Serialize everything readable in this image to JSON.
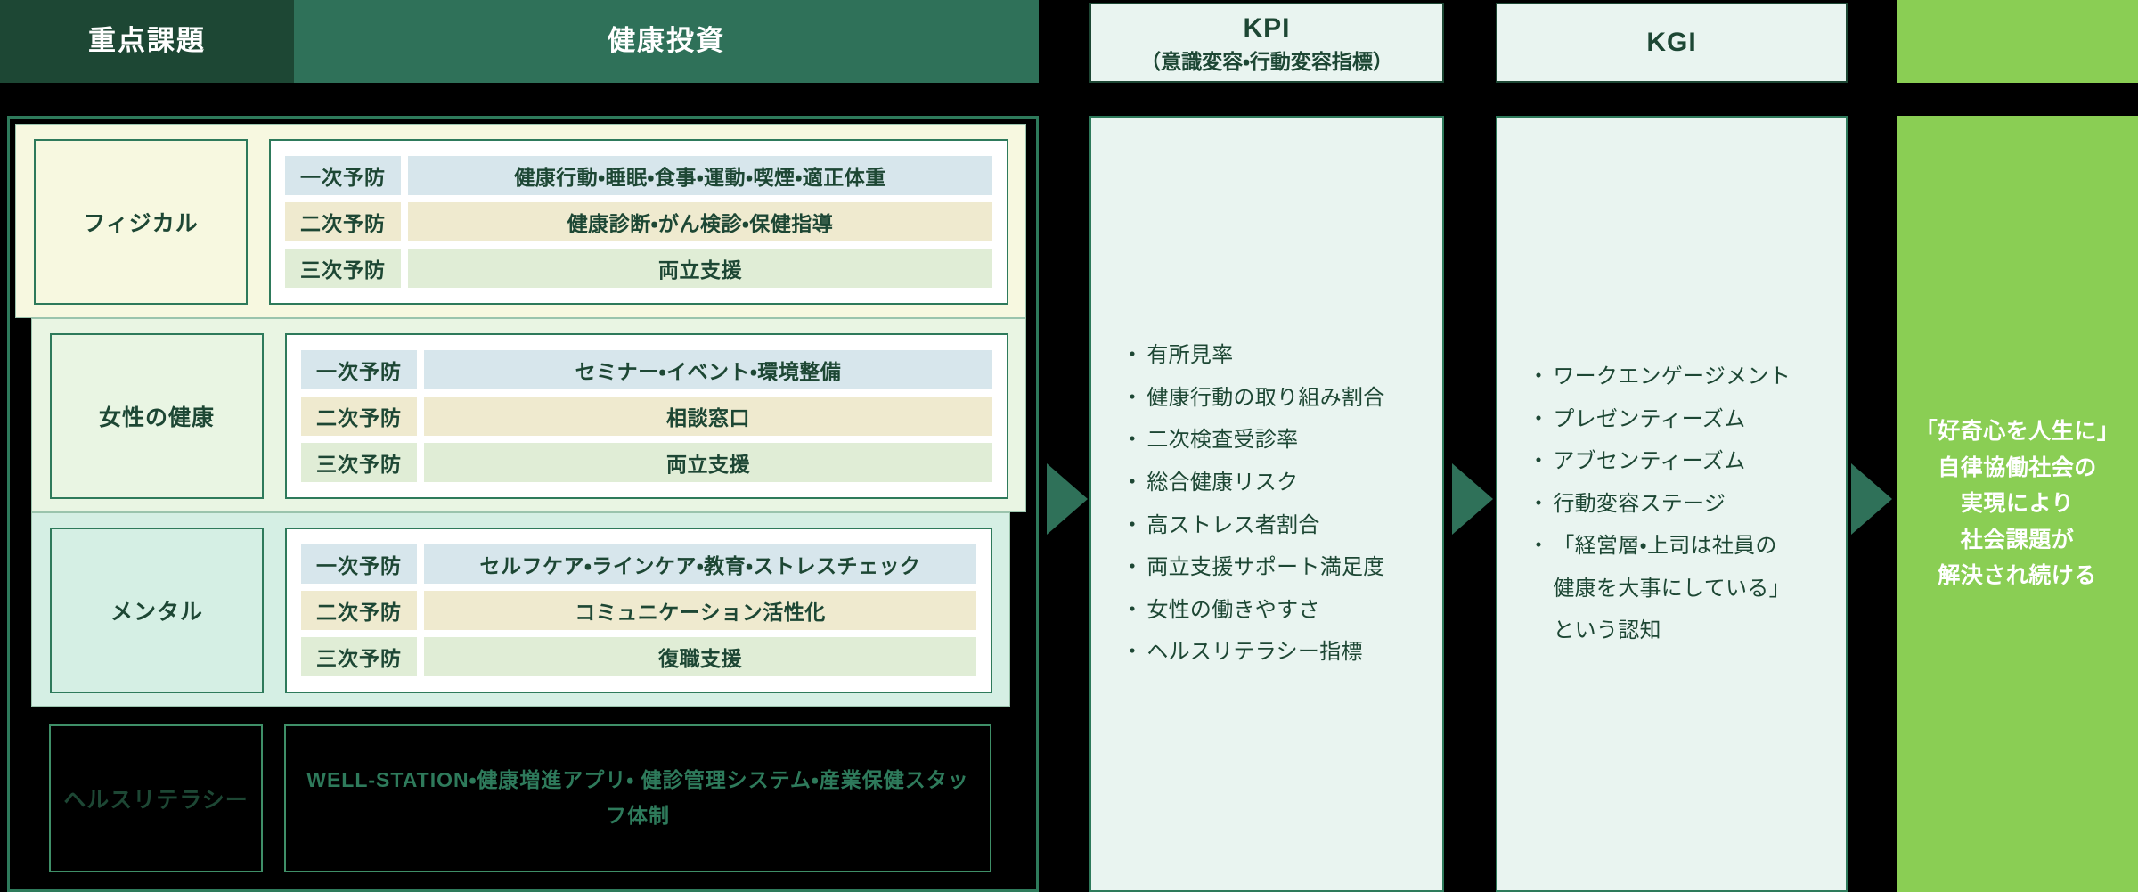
{
  "headers": {
    "issue": "重点課題",
    "investment": "健康投資",
    "kpi_main": "KPI",
    "kpi_sub": "（意識変容・行動変容指標）",
    "kgi": "KGI"
  },
  "colors": {
    "header_issue_bg": "#1d4734",
    "header_investment_bg": "#2f7159",
    "panel_bg": "#e9f4f0",
    "vision_bg": "#8ace54",
    "border_green": "#2e7a5b",
    "text_green": "#1d4734",
    "card_physical_bg": "#f7f8e0",
    "card_women_bg": "#e9f5e3",
    "card_mental_bg": "#d5efe4",
    "primary_chip": "#d7e6ec",
    "secondary_chip": "#efeacf",
    "tertiary_chip": "#e0edd6"
  },
  "prevention_levels": {
    "primary": "一次予防",
    "secondary": "二次予防",
    "tertiary": "三次予防"
  },
  "categories": [
    {
      "label": "フィジカル",
      "rows": [
        {
          "level": "一次予防",
          "value": "健康行動・睡眠・食事・運動・喫煙・適正体重"
        },
        {
          "level": "二次予防",
          "value": "健康診断・がん検診・保健指導"
        },
        {
          "level": "三次予防",
          "value": "両立支援"
        }
      ]
    },
    {
      "label": "女性の健康",
      "rows": [
        {
          "level": "一次予防",
          "value": "セミナー・イベント・環境整備"
        },
        {
          "level": "二次予防",
          "value": "相談窓口"
        },
        {
          "level": "三次予防",
          "value": "両立支援"
        }
      ]
    },
    {
      "label": "メンタル",
      "rows": [
        {
          "level": "一次予防",
          "value": "セルフケア・ラインケア・教育・ストレスチェック"
        },
        {
          "level": "二次予防",
          "value": "コミュニケーション活性化"
        },
        {
          "level": "三次予防",
          "value": "復職支援"
        }
      ]
    }
  ],
  "literacy": {
    "label": "ヘルスリテラシー",
    "text": "WELL-STATION・健康増進アプリ・\n健診管理システム・産業保健スタッフ体制"
  },
  "kpi": {
    "bullet": "・",
    "items": [
      "有所見率",
      "健康行動の取り組み割合",
      "二次検査受診率",
      "総合健康リスク",
      "高ストレス者割合",
      "両立支援サポート満足度",
      "女性の働きやすさ",
      "ヘルスリテラシー指標"
    ]
  },
  "kgi": {
    "bullet": "・",
    "items": [
      "ワークエンゲージメント",
      "プレゼンティーズム",
      "アブセンティーズム",
      "行動変容ステージ",
      "「経営層・上司は社員の\n健康を大事にしている」\nという認知"
    ]
  },
  "vision": {
    "text": "「好奇心を人生に」\n自律協働社会の\n実現により\n社会課題が\n解決され続ける"
  }
}
